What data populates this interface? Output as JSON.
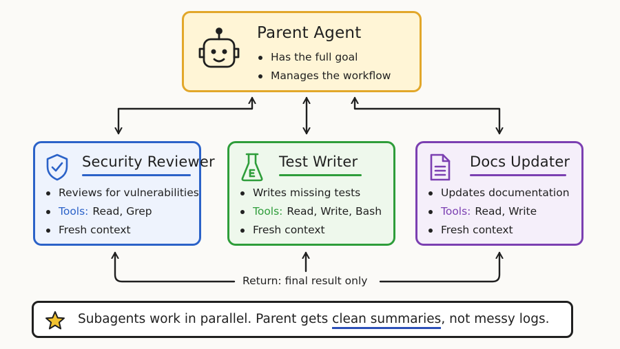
{
  "parent": {
    "title": "Parent Agent",
    "bullets": [
      "Has the full goal",
      "Manages the workflow"
    ],
    "icon": "robot-icon"
  },
  "cards": [
    {
      "key": "security",
      "title": "Security Reviewer",
      "icon": "shield-check-icon",
      "bullet1": "Reviews for vulnerabilities",
      "tools_key": "Tools:",
      "tools_value": "Read, Grep",
      "bullet3": "Fresh context",
      "accent": "#2b62c8"
    },
    {
      "key": "test",
      "title": "Test Writer",
      "icon": "flask-icon",
      "bullet1": "Writes missing tests",
      "tools_key": "Tools:",
      "tools_value": "Read, Write, Bash",
      "bullet3": "Fresh context",
      "accent": "#2e9d3a"
    },
    {
      "key": "docs",
      "title": "Docs Updater",
      "icon": "document-icon",
      "bullet1": "Updates documentation",
      "tools_key": "Tools:",
      "tools_value": "Read, Write",
      "bullet3": "Fresh context",
      "accent": "#7b3fb1"
    }
  ],
  "return_label": "Return: final result only",
  "summary": {
    "icon": "star-icon",
    "text_before": "Subagents work in parallel. Parent gets ",
    "highlight": "clean summaries",
    "text_after": ", not messy logs."
  },
  "colors": {
    "parent_border": "#e2a72a",
    "parent_fill": "#fff5d6",
    "security": "#2b62c8",
    "test": "#2e9d3a",
    "docs": "#7b3fb1",
    "star": "#f2c230"
  }
}
